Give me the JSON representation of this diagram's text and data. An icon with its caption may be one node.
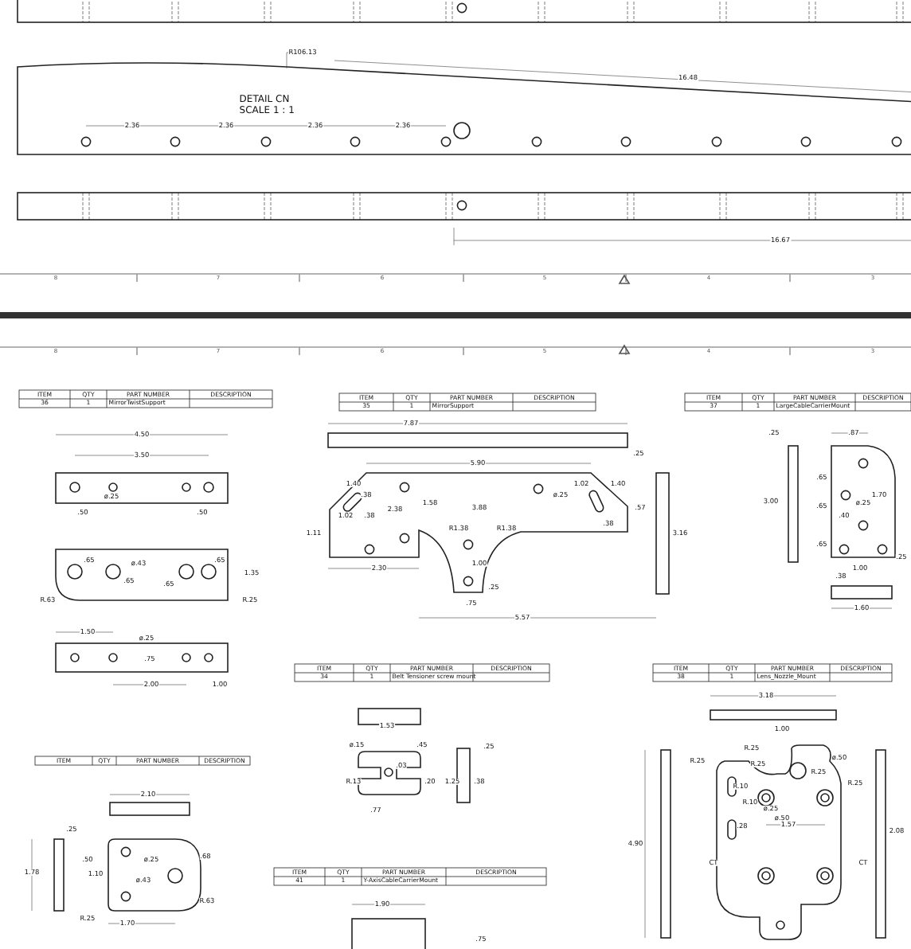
{
  "diagram": {
    "labels": [
      "R106.13",
      "16.48",
      "DETAIL CN",
      "SCALE 1 : 1",
      "2.36",
      "2.36",
      "2.36",
      "2.36",
      "16.67",
      "8",
      "7",
      "6",
      "5",
      "4",
      "3",
      "8",
      "7",
      "6",
      "5",
      "4",
      "3",
      "ITEM",
      "QTY",
      "PART NUMBER",
      "DESCRIPTION",
      "36",
      "1",
      "MirrorTwistSupport",
      "ITEM",
      "QTY",
      "PART NUMBER",
      "DESCRIPTION",
      "35",
      "1",
      "MirrorSupport",
      "ITEM",
      "QTY",
      "PART NUMBER",
      "DESCRIPTION",
      "37",
      "1",
      "LargeCableCarrierMount",
      "4.50",
      "3.50",
      "ø.25",
      ".50",
      ".50",
      ".65",
      "ø.43",
      ".65",
      ".65",
      ".65",
      "1.35",
      "R.63",
      "R.25",
      "1.50",
      "ø.25",
      ".75",
      "2.00",
      "1.00",
      "7.87",
      ".25",
      "5.90",
      "1.40",
      ".38",
      "ø.25",
      "1.02",
      "1.40",
      "1.02",
      ".38",
      "2.38",
      "3.88",
      "1.58",
      ".38",
      ".57",
      "1.11",
      "R1.38",
      "R1.38",
      "1.00",
      ".25",
      ".75",
      "2.30",
      "5.57",
      "3.16",
      ".25",
      ".87",
      "3.00",
      ".65",
      ".65",
      ".65",
      "ø.25",
      ".40",
      "1.70",
      ".25",
      "1.00",
      ".38",
      "1.60",
      "ITEM",
      "QTY",
      "PART NUMBER",
      "DESCRIPTION",
      "34",
      "1",
      "Belt Tensioner screw mount",
      "ITEM",
      "QTY",
      "PART NUMBER",
      "DESCRIPTION",
      "38",
      "1",
      "Lens_Nozzle_Mount",
      "1.53",
      "ø.15",
      ".45",
      ".03",
      "R.13",
      ".20",
      "1.25",
      ".38",
      ".25",
      ".77",
      "3.18",
      "1.00",
      "R.25",
      "R.25",
      "R.25",
      "ø.50",
      "R.25",
      "R.25",
      "R.10",
      "ø.25",
      "R.10",
      "ø.50",
      "1.57",
      "2.08",
      ".28",
      "4.90",
      "CT",
      "CT",
      "ITEM",
      "QTY",
      "PART NUMBER",
      "DESCRIPTION",
      "2.10",
      ".25",
      ".50",
      "ø.25",
      ".68",
      "1.78",
      "1.10",
      "ø.43",
      "R.25",
      "1.70",
      "R.63",
      "ITEM",
      "QTY",
      "PART NUMBER",
      "DESCRIPTION",
      "41",
      "1",
      "Y-AxisCableCarrierMount",
      "1.90",
      ".75"
    ]
  }
}
